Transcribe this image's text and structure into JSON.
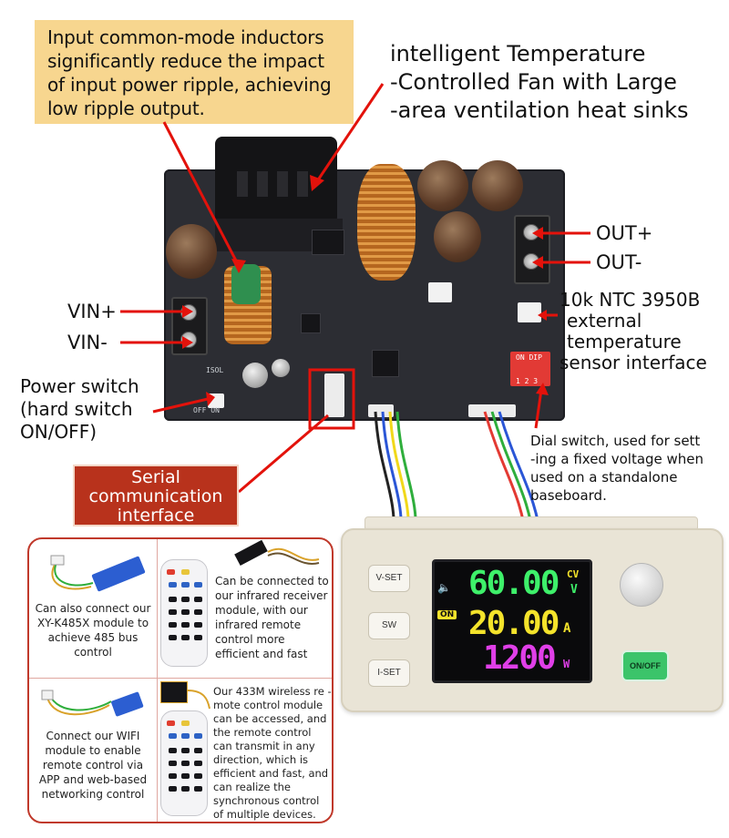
{
  "callouts": {
    "input_inductor": "Input common-mode inductors significantly reduce the impact of input power ripple, achieving low ripple output.",
    "fan_line1": "intelligent Temperature",
    "fan_line2": "-Controlled Fan with Large",
    "fan_line3": "-area ventilation heat sinks"
  },
  "labels": {
    "out_plus": "OUT+",
    "out_minus": "OUT-",
    "vin_plus": "VIN+",
    "vin_minus": "VIN-",
    "ntc_line1": "10k NTC 3950B",
    "ntc_line2": "external",
    "ntc_line3": "temperature",
    "ntc_line4": "sensor interface",
    "power_line1": "Power switch",
    "power_line2": "(hard switch",
    "power_line3": "ON/OFF)",
    "dial_line1": "Dial switch, used for sett",
    "dial_line2": "-ing a fixed voltage when",
    "dial_line3": "used on a standalone",
    "dial_line4": "baseboard.",
    "serial_line1": "Serial",
    "serial_line2": "communication",
    "serial_line3": "interface"
  },
  "silkscreen": {
    "dip_on": "ON",
    "dip_dip": "DIP",
    "dip_nums": "1 2 3",
    "off_on": "OFF  ON",
    "isol": "ISOL"
  },
  "accessories": {
    "rs485": "Can also connect our XY-K485X module to achieve 485 bus control",
    "infrared": "Can be connected to our infrared receiver module, with our infrared remote control more efficient and fast",
    "wifi": "Connect our WIFI module to enable remote control via APP and web-based networking control",
    "wireless": "Our 433M wireless re -mote control module can be accessed, and the remote control can transmit in any direction, which is efficient and fast, and can realize the synchronous control of multiple devices."
  },
  "device": {
    "vset": "V-SET",
    "sw": "SW",
    "iset": "I-SET",
    "onoff": "ON/OFF",
    "voltage": "60.00",
    "cv": "CV",
    "v_unit": "V",
    "on_badge": "ON",
    "current": "20.00",
    "a_unit": "A",
    "power": "1200",
    "w_unit": "W"
  },
  "colors": {
    "accent_red": "#e3120b",
    "callout_bg": "#f7d68f",
    "serial_bg": "#b8321c",
    "voltage_green": "#3ef06a",
    "current_yellow": "#f4e32b",
    "power_magenta": "#e03fe8",
    "onoff_green": "#3bc46a"
  }
}
